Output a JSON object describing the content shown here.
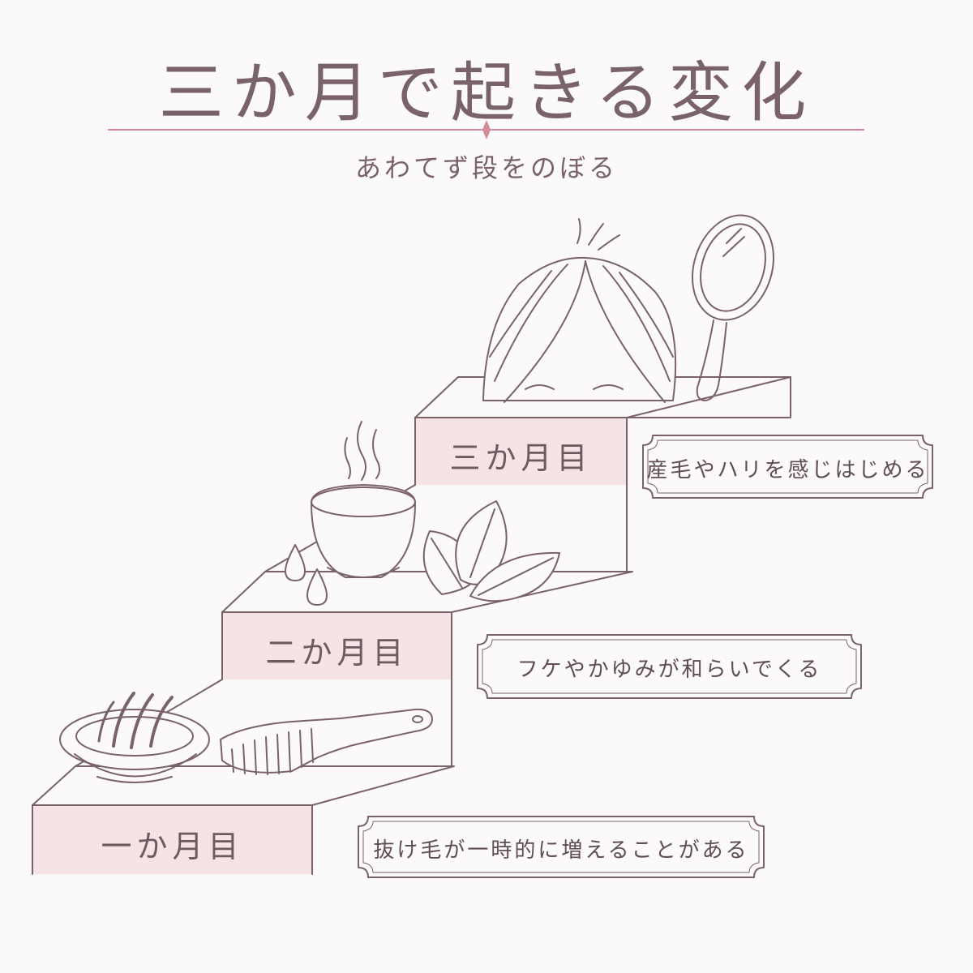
{
  "header": {
    "title": "三か月で起きる変化",
    "subtitle": "あわてず段をのぼる"
  },
  "steps": [
    {
      "label": "一か月目",
      "description": "抜け毛が一時的に増えることがある"
    },
    {
      "label": "二か月目",
      "description": "フケやかゆみが和らいでくる"
    },
    {
      "label": "三か月目",
      "description": "産毛やハリを感じはじめる"
    }
  ],
  "colors": {
    "line": "#7a6368",
    "accent": "#d18a98",
    "step_fill": "#f5e3e6",
    "background": "#fbf9fa"
  },
  "icons": [
    "hair-dish-icon",
    "comb-icon",
    "teacup-icon",
    "water-drops-icon",
    "leaves-icon",
    "hair-head-icon",
    "hand-mirror-icon"
  ]
}
